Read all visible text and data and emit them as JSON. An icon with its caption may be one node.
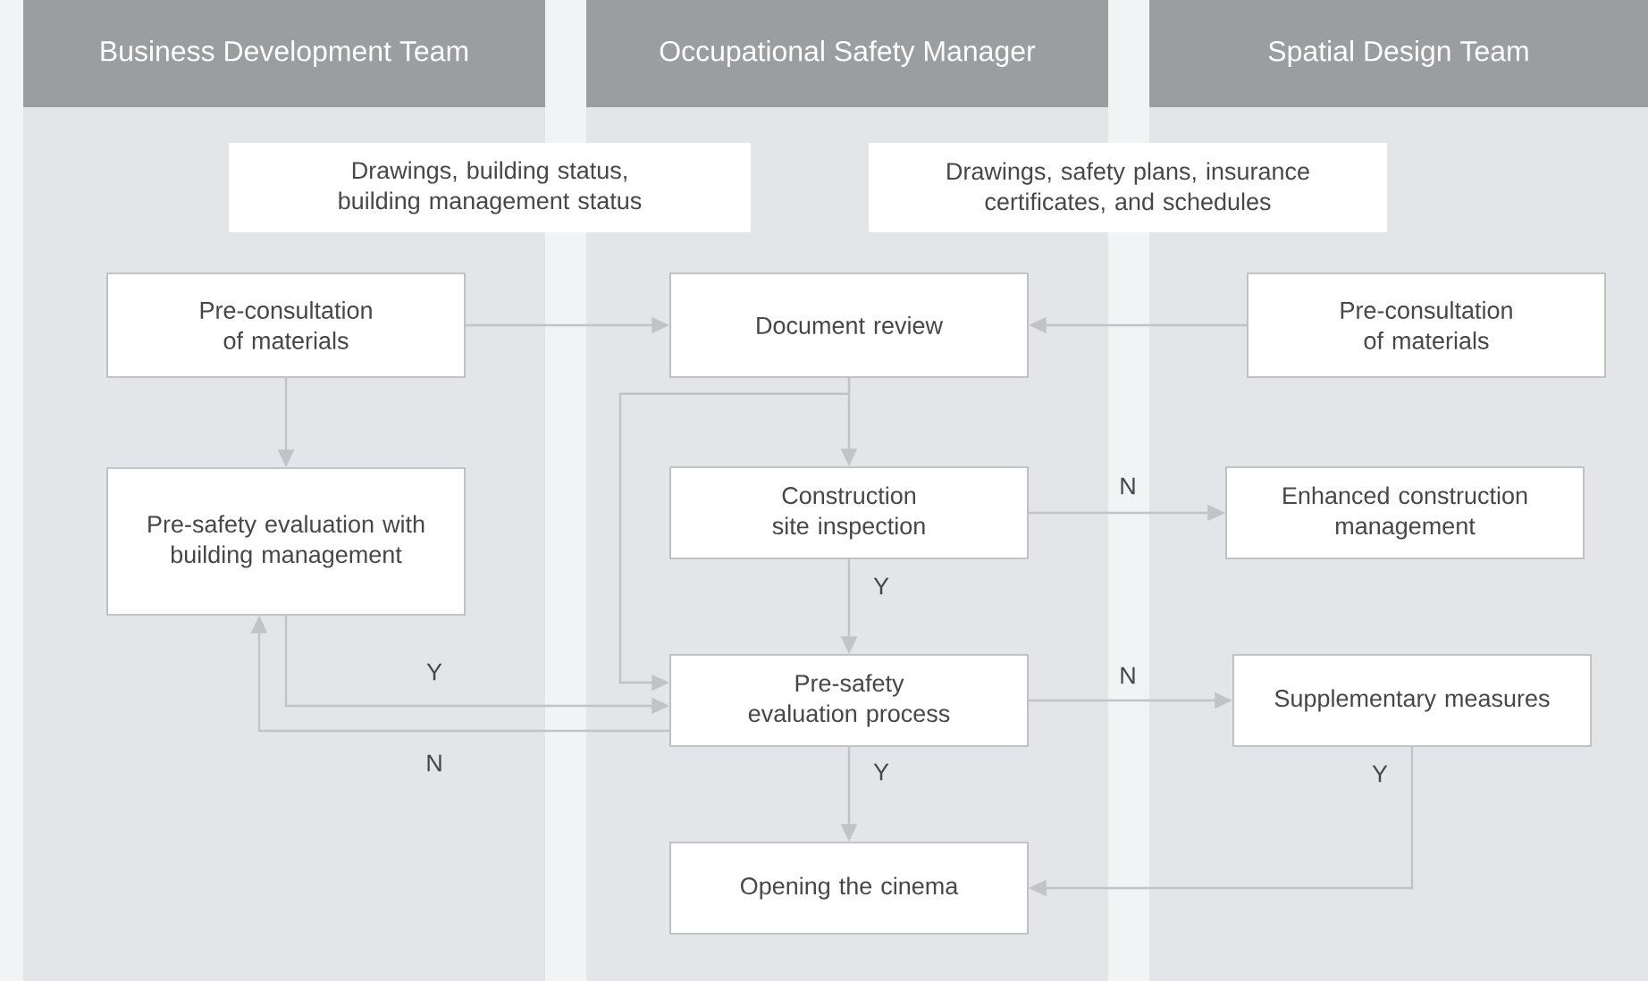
{
  "diagram": {
    "nodes": [
      {
        "text": [
          "Business Development Team"
        ]
      },
      {
        "text": [
          "Occupational Safety Manager"
        ]
      },
      {
        "text": [
          "Spatial Design Team"
        ]
      },
      {
        "text": [
          "Drawings, building status, building management status"
        ]
      },
      {
        "text": [
          "Drawings, safety plans, insurance certificates, and schedules"
        ]
      },
      {
        "text": [
          "Pre-consultation of materials"
        ],
        "in": 0
      },
      {
        "text": [
          "Pre-safety evaluation with building management"
        ],
        "in": 0
      },
      {
        "text": [
          "Document review"
        ],
        "in": 1
      },
      {
        "text": [
          "Pre-consultation of materials"
        ],
        "in": 2
      },
      {
        "text": [
          "Construction site inspection"
        ],
        "in": 1
      },
      {
        "text": [
          "Enhanced construction management"
        ],
        "in": 2
      },
      {
        "text": [
          "Pre-safety evaluation process"
        ],
        "in": 1
      },
      {
        "text": [
          "Supplementary measures"
        ],
        "in": 2
      },
      {
        "text": [
          "Opening the cinema"
        ],
        "in": 1
      }
    ],
    "edges": [
      {
        "from": 5,
        "to": 7,
        "arrow": "to"
      },
      {
        "from": 8,
        "to": 7,
        "arrow": "to"
      },
      {
        "from": 5,
        "to": 6,
        "arrow": "to"
      },
      {
        "from": 7,
        "to": 9,
        "arrow": "to"
      },
      {
        "from": 9,
        "to": 10,
        "arrow": "to",
        "label": "N"
      },
      {
        "from": 9,
        "to": 11,
        "arrow": "to",
        "label": "Y"
      },
      {
        "from": 7,
        "to": 11,
        "arrow": "to"
      },
      {
        "from": 6,
        "to": 11,
        "arrow": "to",
        "label": "Y"
      },
      {
        "from": 11,
        "to": 6,
        "arrow": "to",
        "label": "N"
      },
      {
        "from": 11,
        "to": 12,
        "arrow": "to",
        "label": "N"
      },
      {
        "from": 11,
        "to": 13,
        "arrow": "to",
        "label": "Y"
      },
      {
        "from": 12,
        "to": 13,
        "arrow": "to",
        "label": "Y"
      }
    ]
  }
}
